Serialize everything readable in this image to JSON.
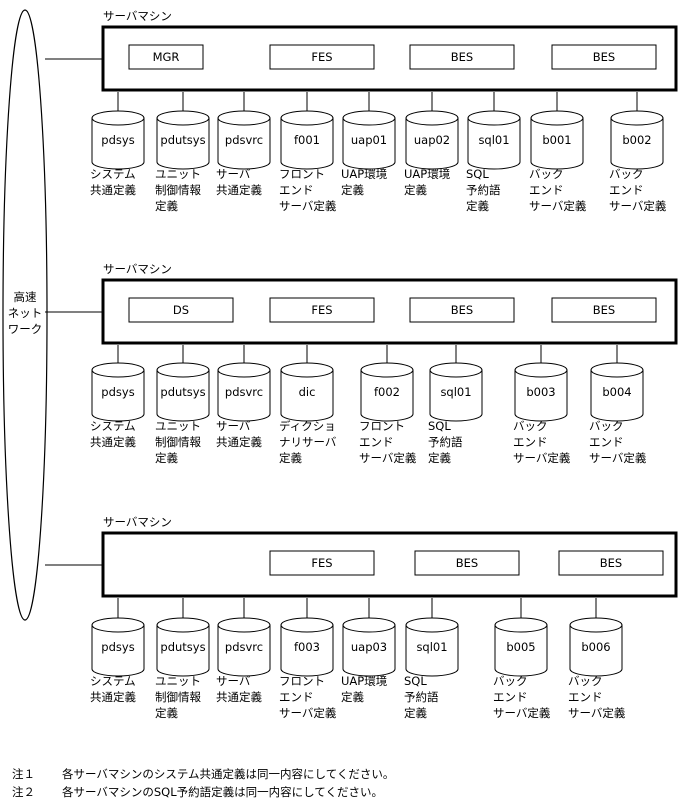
{
  "network_label": [
    "高速",
    "ネット",
    "ワーク"
  ],
  "machines": [
    {
      "title": "サーバマシン",
      "servers": [
        "MGR",
        "FES",
        "BES",
        "BES"
      ],
      "disks": [
        {
          "name": "pdsys",
          "desc": [
            "システム",
            "共通定義"
          ]
        },
        {
          "name": "pdutsys",
          "desc": [
            "ユニット",
            "制御情報",
            "定義"
          ]
        },
        {
          "name": "pdsvrc",
          "desc": [
            "サーバ",
            "共通定義"
          ]
        },
        {
          "name": "f001",
          "desc": [
            "フロント",
            "エンド",
            "サーバ定義"
          ]
        },
        {
          "name": "uap01",
          "desc": [
            "UAP環境",
            "定義"
          ]
        },
        {
          "name": "uap02",
          "desc": [
            "UAP環境",
            "定義"
          ]
        },
        {
          "name": "sql01",
          "desc": [
            "SQL",
            "予約語",
            "定義"
          ]
        },
        {
          "name": "b001",
          "desc": [
            "バック",
            "エンド",
            "サーバ定義"
          ]
        },
        {
          "name": "b002",
          "desc": [
            "バック",
            "エンド",
            "サーバ定義"
          ]
        }
      ]
    },
    {
      "title": "サーバマシン",
      "servers": [
        "DS",
        "FES",
        "BES",
        "BES"
      ],
      "disks": [
        {
          "name": "pdsys",
          "desc": [
            "システム",
            "共通定義"
          ]
        },
        {
          "name": "pdutsys",
          "desc": [
            "ユニット",
            "制御情報",
            "定義"
          ]
        },
        {
          "name": "pdsvrc",
          "desc": [
            "サーバ",
            "共通定義"
          ]
        },
        {
          "name": "dic",
          "desc": [
            "ディクショ",
            "ナリサーバ",
            "定義"
          ]
        },
        {
          "name": "f002",
          "desc": [
            "フロント",
            "エンド",
            "サーバ定義"
          ]
        },
        {
          "name": "sql01",
          "desc": [
            "SQL",
            "予約語",
            "定義"
          ]
        },
        {
          "name": "b003",
          "desc": [
            "バック",
            "エンド",
            "サーバ定義"
          ]
        },
        {
          "name": "b004",
          "desc": [
            "バック",
            "エンド",
            "サーバ定義"
          ]
        }
      ]
    },
    {
      "title": "サーバマシン",
      "servers": [
        "FES",
        "BES",
        "BES"
      ],
      "disks": [
        {
          "name": "pdsys",
          "desc": [
            "システム",
            "共通定義"
          ]
        },
        {
          "name": "pdutsys",
          "desc": [
            "ユニット",
            "制御情報",
            "定義"
          ]
        },
        {
          "name": "pdsvrc",
          "desc": [
            "サーバ",
            "共通定義"
          ]
        },
        {
          "name": "f003",
          "desc": [
            "フロント",
            "エンド",
            "サーバ定義"
          ]
        },
        {
          "name": "uap03",
          "desc": [
            "UAP環境",
            "定義"
          ]
        },
        {
          "name": "sql01",
          "desc": [
            "SQL",
            "予約語",
            "定義"
          ]
        },
        {
          "name": "b005",
          "desc": [
            "バック",
            "エンド",
            "サーバ定義"
          ]
        },
        {
          "name": "b006",
          "desc": [
            "バック",
            "エンド",
            "サーバ定義"
          ]
        }
      ]
    }
  ],
  "notes": [
    {
      "label": "注１",
      "text": "各サーバマシンのシステム共通定義は同一内容にしてください。"
    },
    {
      "label": "注２",
      "text": "各サーバマシンのSQL予約語定義は同一内容にしてください。"
    }
  ]
}
